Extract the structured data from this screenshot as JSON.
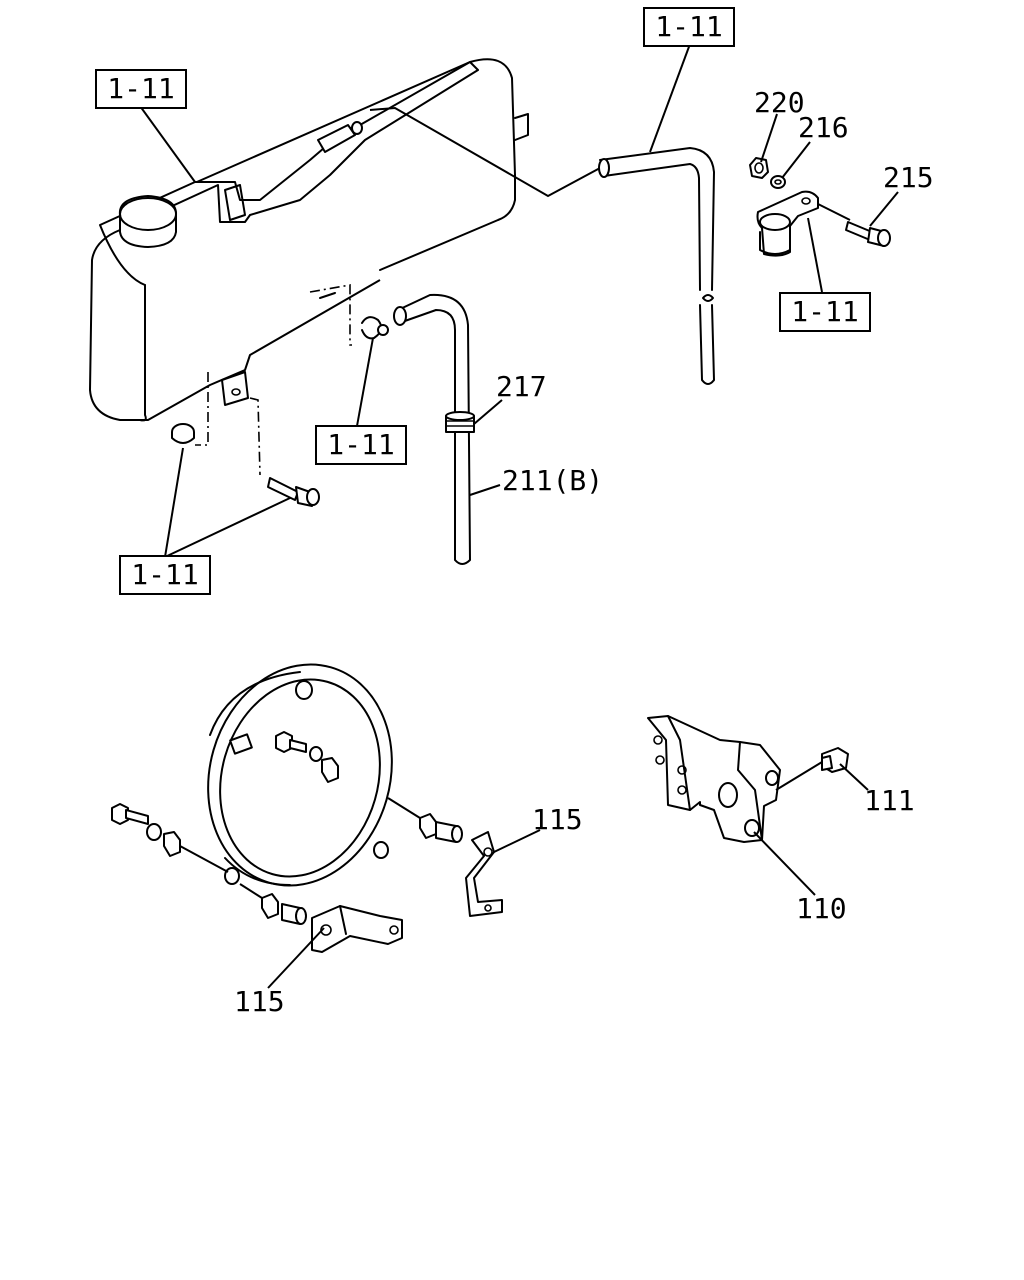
{
  "ref_tags": {
    "tank_top": "1-11",
    "hose_top": "1-11",
    "clamp_right": "1-11",
    "clip_mid": "1-11",
    "bolts_bottom": "1-11"
  },
  "part_labels": {
    "nut": "220",
    "washer": "216",
    "bolt": "215",
    "grommet": "217",
    "overflow_hose": "211(B)",
    "ring_bracket_right": "115",
    "ring_bracket_left": "115",
    "mount_bracket": "110",
    "mount_bolt": "111"
  }
}
